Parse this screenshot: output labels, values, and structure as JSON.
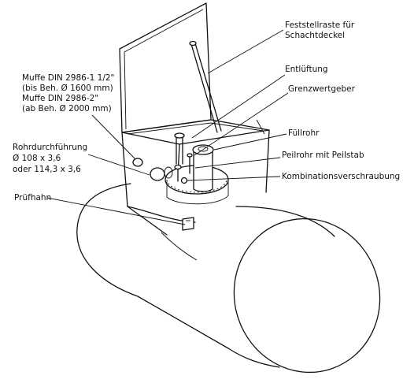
{
  "labels": {
    "feststellraste_1": "Feststellraste für",
    "feststellraste_2": "Schachtdeckel",
    "entlueftung": "Entlüftung",
    "grenzwertgeber": "Grenzwertgeber",
    "muffe_1": "Muffe DIN 2986-1 1/2\"",
    "muffe_2": "(bis Beh. Ø 1600 mm)",
    "muffe_3": "Muffe DIN 2986-2\"",
    "muffe_4": "(ab Beh. Ø 2000 mm)",
    "fuellrohr": "Füllrohr",
    "rohr_1": "Rohrdurchführung",
    "rohr_2": "Ø 108 x 3,6",
    "rohr_3": "oder 114,3 x 3,6",
    "peilrohr": "Peilrohr mit Peilstab",
    "kombi": "Kombinationsverschraubung",
    "pruefhahn": "Prüfhahn"
  }
}
